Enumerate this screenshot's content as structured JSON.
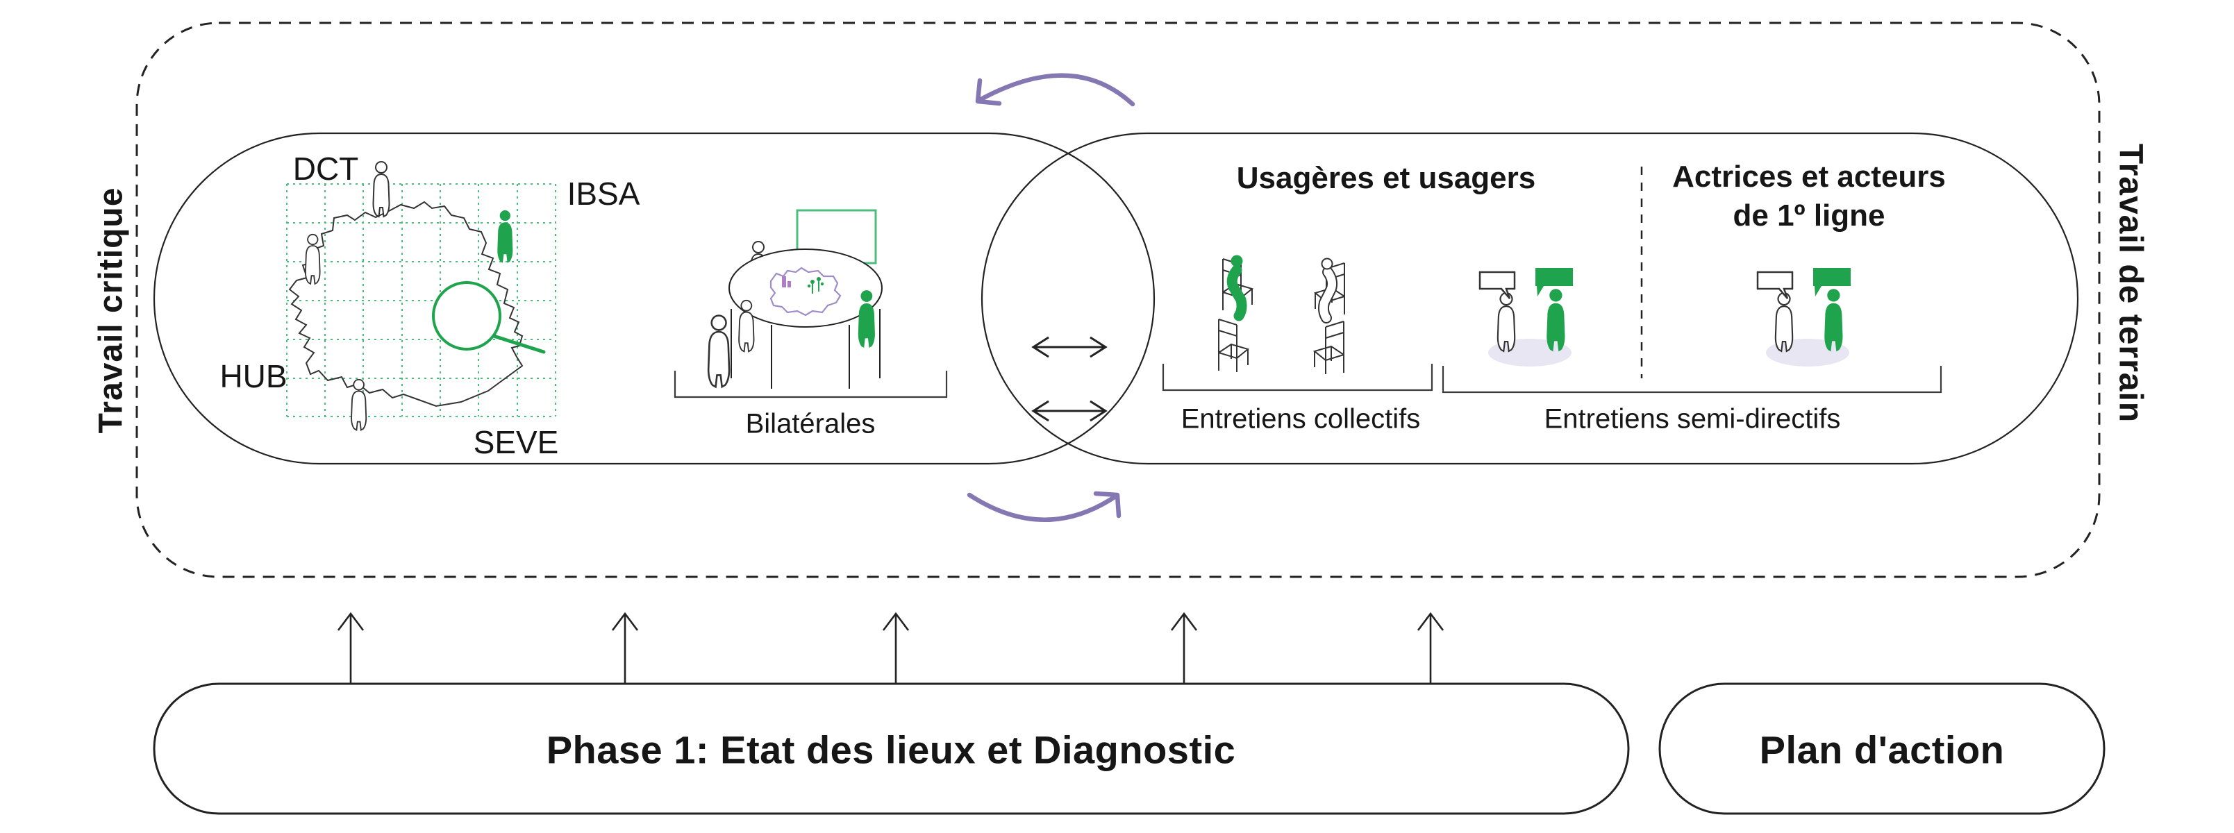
{
  "colors": {
    "line": "#222222",
    "text": "#161616",
    "green": "#1FA34D",
    "green_light": "#4CBE7C",
    "purple": "#8578B2",
    "violet": "#A08CC8",
    "violet_fill": "#AD7EC4",
    "shadow": "#E9E6F3"
  },
  "outer": {
    "left_label": "Travail critique",
    "right_label": "Travail de terrain"
  },
  "critical_work": {
    "map": {
      "label_dct": "DCT",
      "label_ibsa": "IBSA",
      "label_hub": "HUB",
      "label_seve": "SEVE"
    },
    "bilaterales_label": "Bilatérales"
  },
  "field_work": {
    "users_heading": "Usagères et usagers",
    "actors_heading_line1": "Actrices et acteurs",
    "actors_heading_line2": "de 1º ligne",
    "collective_label": "Entretiens collectifs",
    "semi_label": "Entretiens semi-directifs"
  },
  "phases": {
    "phase1": "Phase 1: Etat des lieux et Diagnostic",
    "plan": "Plan d'action"
  }
}
